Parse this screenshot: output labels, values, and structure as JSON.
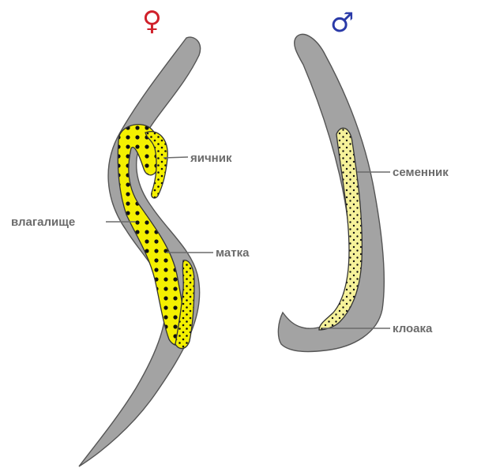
{
  "female": {
    "symbol": "♀",
    "symbol_color": "#d0202a",
    "labels": {
      "ovary": "яичник",
      "vagina": "влагалище",
      "uterus": "матка"
    }
  },
  "male": {
    "symbol": "♂",
    "symbol_color": "#2a3aa8",
    "labels": {
      "testis": "семенник",
      "cloaca": "клоака"
    }
  },
  "colors": {
    "body": "#a3a3a3",
    "organ_bright": "#f4f000",
    "organ_pale": "#f6f29a",
    "label": "#6b6b6b"
  }
}
